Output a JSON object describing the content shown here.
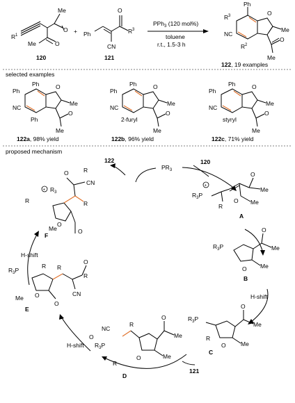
{
  "reaction": {
    "cond_reagent": "PPh",
    "cond_reagent_sub": "3",
    "cond_reagent_tail": " (120 mol%)",
    "cond_solvent": "toluene",
    "cond_temp": "r.t., 1.5-3 h",
    "reactant1_label": "120",
    "reactant2_label": "121",
    "plus": "+",
    "product_label": "122",
    "product_suffix": ", 19 examples"
  },
  "sections": {
    "selected": "selected examples",
    "mechanism": "proposed mechanism"
  },
  "examples": [
    {
      "label": "122a",
      "yield": ", 98% yield",
      "sub": "Ph"
    },
    {
      "label": "122b",
      "yield": ", 96% yield",
      "sub": "2-furyl"
    },
    {
      "label": "122c",
      "yield": ", 71% yield",
      "sub": "styryl"
    }
  ],
  "mechanism": {
    "product": "122",
    "catalyst": "PR",
    "catalyst_sub": "3",
    "reagent_top": "120",
    "reagent_bottom": "121",
    "intermediates": [
      "A",
      "B",
      "C",
      "D",
      "E",
      "F"
    ],
    "step_hshift": "H-shift"
  },
  "atoms": {
    "Me": "Me",
    "Ph": "Ph",
    "O": "O",
    "CN": "CN",
    "NC": "NC",
    "R": "R",
    "R3P": "R",
    "P": "P",
    "Ac": "O"
  },
  "colors": {
    "highlight": "#e0702a",
    "ink": "#000000"
  }
}
